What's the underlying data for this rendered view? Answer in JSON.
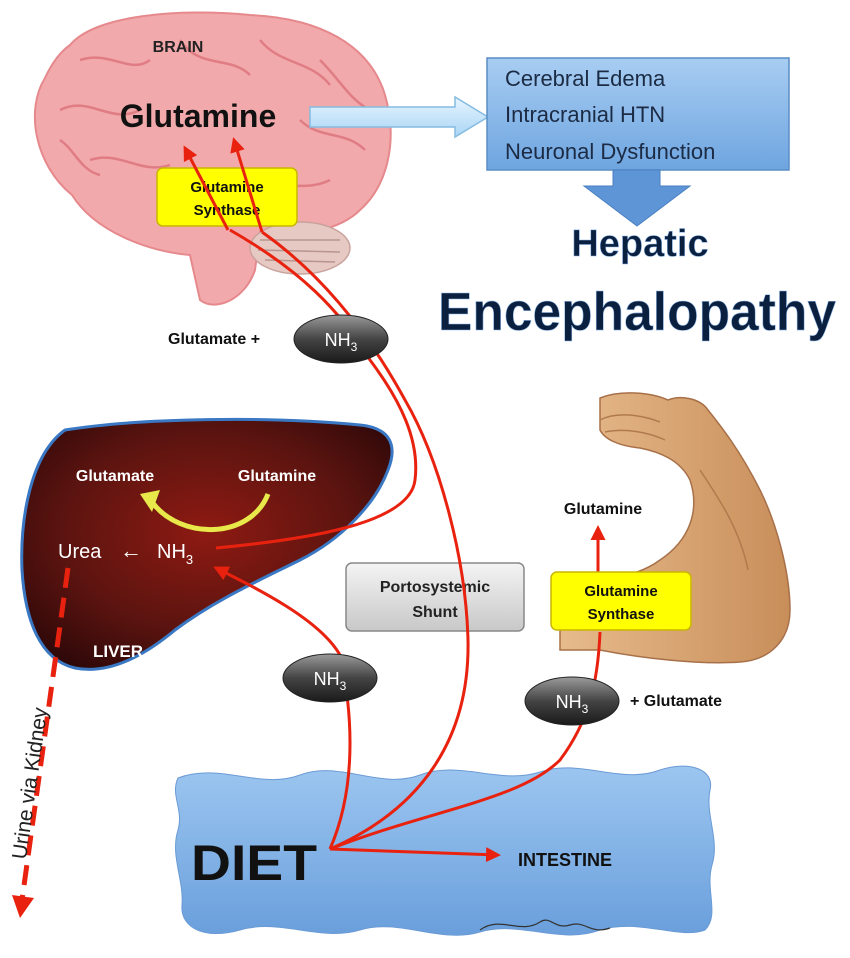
{
  "brain": {
    "label": "BRAIN",
    "product": "Glutamine",
    "enzyme_line1": "Glutamine",
    "enzyme_line2": "Synthase"
  },
  "effects": {
    "lines": [
      "Cerebral Edema",
      "Intracranial HTN",
      "Neuronal Dysfunction"
    ]
  },
  "outcome": {
    "line1": "Hepatic",
    "line2": "Encephalopathy"
  },
  "brain_input": {
    "glutamate_label": "Glutamate +"
  },
  "ammonia": {
    "base": "NH",
    "subscript": "3"
  },
  "liver": {
    "label": "LIVER",
    "glutamate": "Glutamate",
    "glutamine": "Glutamine",
    "urea": "Urea",
    "arrow_glyph": "←"
  },
  "shunt": {
    "line1": "Portosystemic",
    "line2": "Shunt"
  },
  "muscle": {
    "product": "Glutamine",
    "enzyme_line1": "Glutamine",
    "enzyme_line2": "Synthase",
    "glutamate_label": "+ Glutamate"
  },
  "diet": {
    "label": "DIET",
    "intestine": "INTESTINE"
  },
  "kidney": {
    "label": "Urine via Kidney"
  },
  "colors": {
    "arrow_red": "#e8220f",
    "enzyme_yellow": "#ffff00",
    "box_blue": "#7aaee6",
    "liver_dark": "#4a0e0e",
    "brain_pink": "#f2a9ab",
    "title_navy": "#0b1f3f"
  }
}
